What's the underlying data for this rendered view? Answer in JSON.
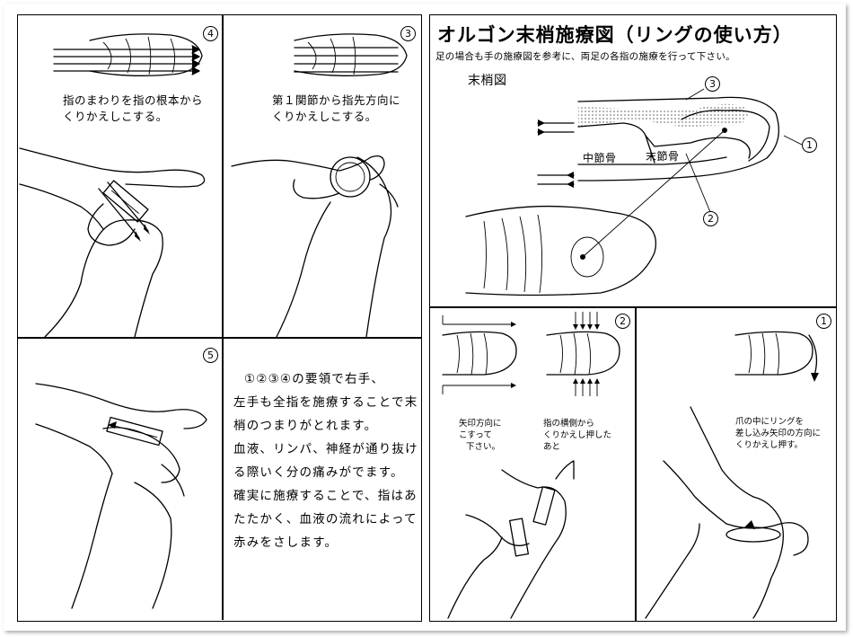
{
  "title": "オルゴン末梢施療図（リングの使い方）",
  "subtitle": "足の場合も手の施療図を参考に、両足の各指の施療を行って下さい。",
  "steps": {
    "step4": {
      "number": "4",
      "caption_line1": "指のまわりを指の根本から",
      "caption_line2": "くりかえしこする。"
    },
    "step3": {
      "number": "3",
      "caption_line1": "第１関節から指先方向に",
      "caption_line2": "くりかえしこする。"
    },
    "step5": {
      "number": "5"
    },
    "stepR2": {
      "number": "2",
      "caption_a_line1": "矢印方向に",
      "caption_a_line2": "こすって",
      "caption_a_line3": "下さい。",
      "caption_b_line1": "指の横側から",
      "caption_b_line2": "くりかえし押した",
      "caption_b_line3": "あと"
    },
    "stepR1": {
      "number": "1",
      "caption_line1": "爪の中にリングを",
      "caption_line2": "差し込み矢印の方向に",
      "caption_line3": "くりかえし押す。"
    }
  },
  "diagram": {
    "heading": "末梢図",
    "label_middle_bone": "中節骨",
    "label_end_bone": "末節骨",
    "marker_1": "1",
    "marker_2": "2",
    "marker_3": "3"
  },
  "instructions": {
    "line1": "①②③④の要領で右手、",
    "line2": "左手も全指を施療することで末",
    "line3": "梢のつまりがとれます。",
    "line4": "血液、リンパ、神経が通り抜け",
    "line5": "る際いく分の痛みがでます。",
    "line6": "確実に施療することで、指はあ",
    "line7": "たたかく、血液の流れによって",
    "line8": "赤みをさします。"
  }
}
